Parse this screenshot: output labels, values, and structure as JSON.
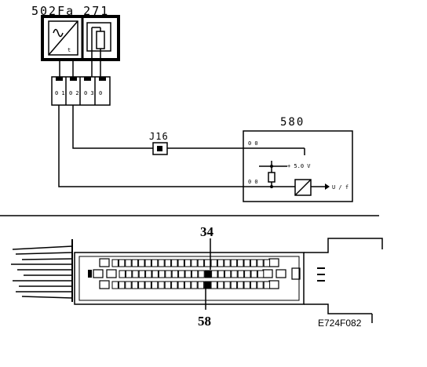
{
  "diagram": {
    "top_component_label": "502Fa 271",
    "connector_label": "J16",
    "module_label": "580",
    "ecu_pin_upper": "34",
    "ecu_pin_lower": "58",
    "figure_reference": "E724F082"
  }
}
